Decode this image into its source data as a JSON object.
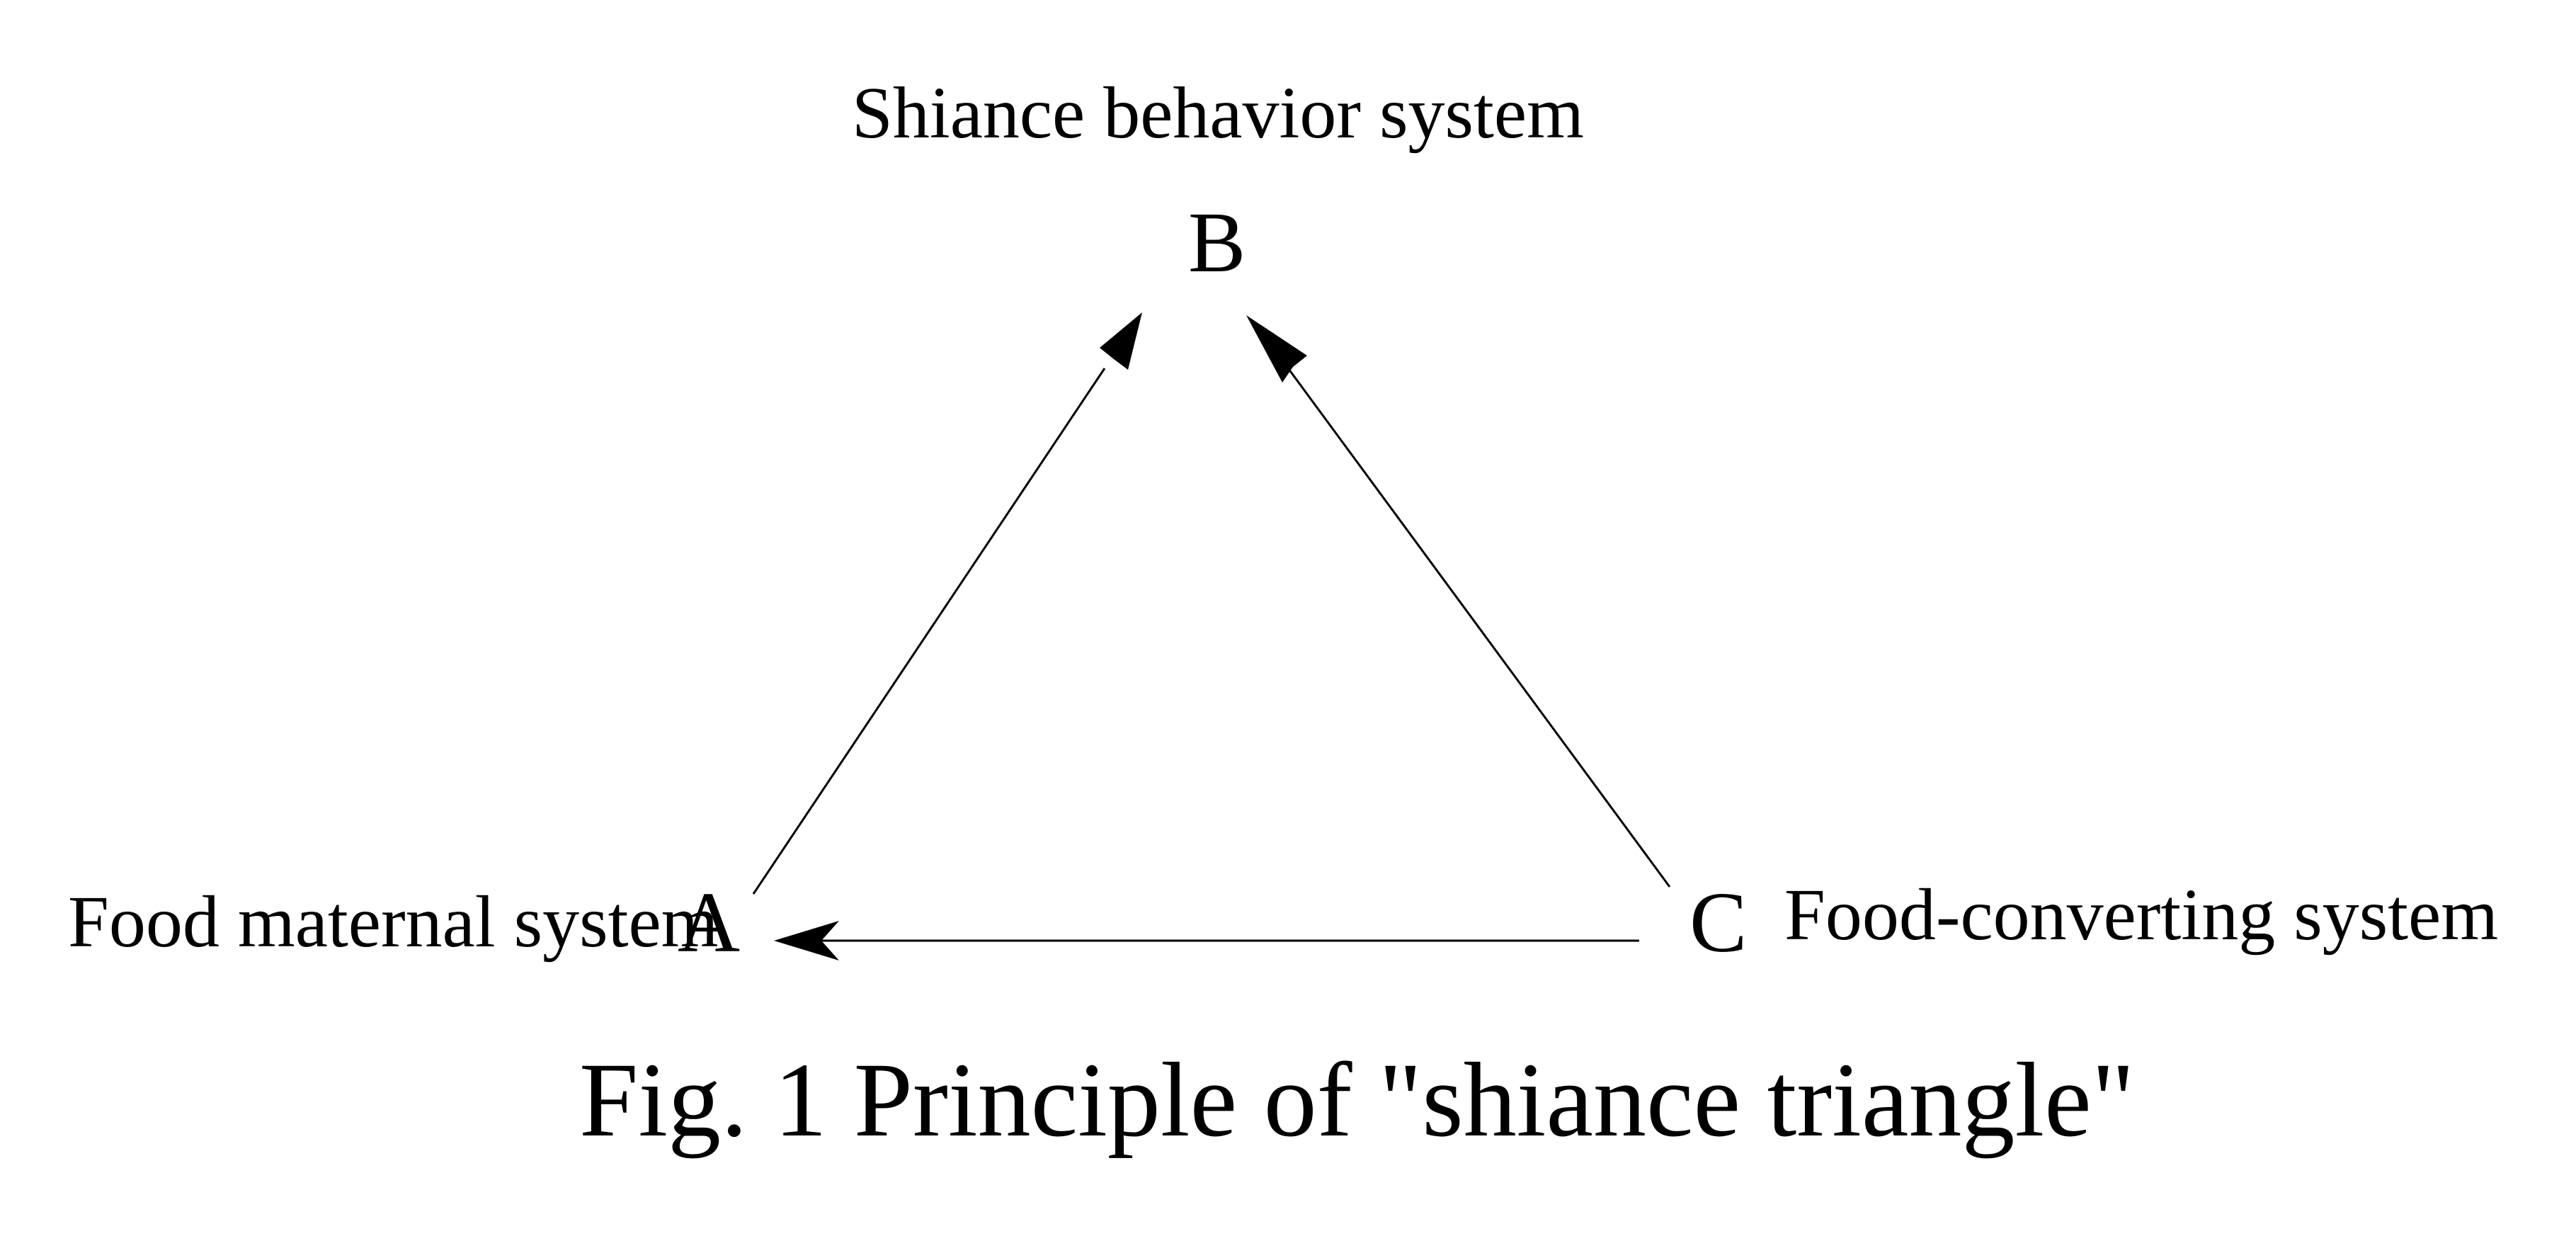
{
  "diagram": {
    "nodes": {
      "a": {
        "letter": "A",
        "label": "Food maternal system"
      },
      "b": {
        "letter": "B",
        "label": "Shiance behavior system"
      },
      "c": {
        "letter": "C",
        "label": "Food-converting system"
      }
    },
    "edges": [
      {
        "from": "A",
        "to": "B"
      },
      {
        "from": "C",
        "to": "B"
      },
      {
        "from": "C",
        "to": "A"
      }
    ],
    "caption": "Fig. 1 Principle of \"shiance triangle\""
  },
  "colors": {
    "line": "#000000",
    "text": "#000000",
    "background": "#ffffff"
  }
}
